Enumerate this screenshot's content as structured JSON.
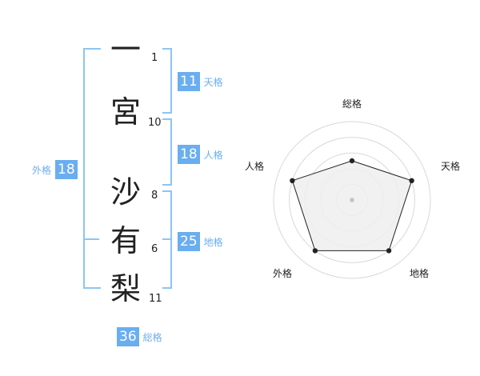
{
  "name": {
    "characters": [
      {
        "char": "一",
        "strokes": "1"
      },
      {
        "char": "宮",
        "strokes": "10"
      },
      {
        "char": "沙",
        "strokes": "8"
      },
      {
        "char": "有",
        "strokes": "6"
      },
      {
        "char": "梨",
        "strokes": "11"
      }
    ]
  },
  "scores": {
    "tenkaku": {
      "value": "11",
      "label": "天格"
    },
    "jinkaku": {
      "value": "18",
      "label": "人格"
    },
    "chikaku": {
      "value": "25",
      "label": "地格"
    },
    "gaikaku": {
      "value": "18",
      "label": "外格"
    },
    "soukaku": {
      "value": "36",
      "label": "総格"
    }
  },
  "radar": {
    "labels": {
      "top": "総格",
      "right": "天格",
      "bottom_right": "地格",
      "bottom_left": "外格",
      "left": "人格"
    },
    "levels": 5,
    "values": {
      "top": 0.5,
      "right": 0.8,
      "bottom_right": 0.8,
      "bottom_left": 0.8,
      "left": 0.8
    },
    "colors": {
      "fill": "#efefef",
      "stroke": "#222222",
      "grid": "#d8d8d8",
      "point": "#222222"
    }
  },
  "colors": {
    "accent": "#6aaef0",
    "bracket": "#8cc5f2"
  }
}
